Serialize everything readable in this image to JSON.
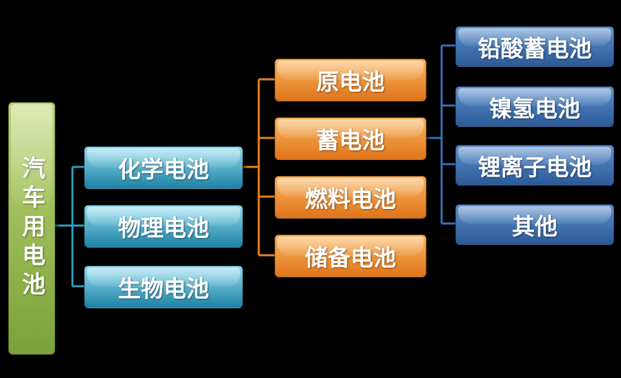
{
  "tree": {
    "root": {
      "label": "汽车用电池"
    },
    "level1": [
      {
        "label": "化学电池"
      },
      {
        "label": "物理电池"
      },
      {
        "label": "生物电池"
      }
    ],
    "level2": [
      {
        "label": "原电池"
      },
      {
        "label": "蓄电池"
      },
      {
        "label": "燃料电池"
      },
      {
        "label": "储备电池"
      }
    ],
    "level3": [
      {
        "label": "铅酸蓄电池"
      },
      {
        "label": "镍氢电池"
      },
      {
        "label": "锂离子电池"
      },
      {
        "label": "其他"
      }
    ]
  },
  "colors": {
    "background": "#000000",
    "root-top": "#bcd472",
    "root-bottom": "#7aa23a",
    "cyan-top": "#90dcee",
    "cyan-bottom": "#1e81a4",
    "orange-top": "#f9b55e",
    "orange-bottom": "#e0741a",
    "blue-top": "#5c8fcc",
    "blue-bottom": "#2b5a97",
    "line-cyan": "#2f9fc0",
    "line-orange": "#e8821e",
    "line-blue": "#3a6fb0",
    "text": "#ffffff"
  }
}
